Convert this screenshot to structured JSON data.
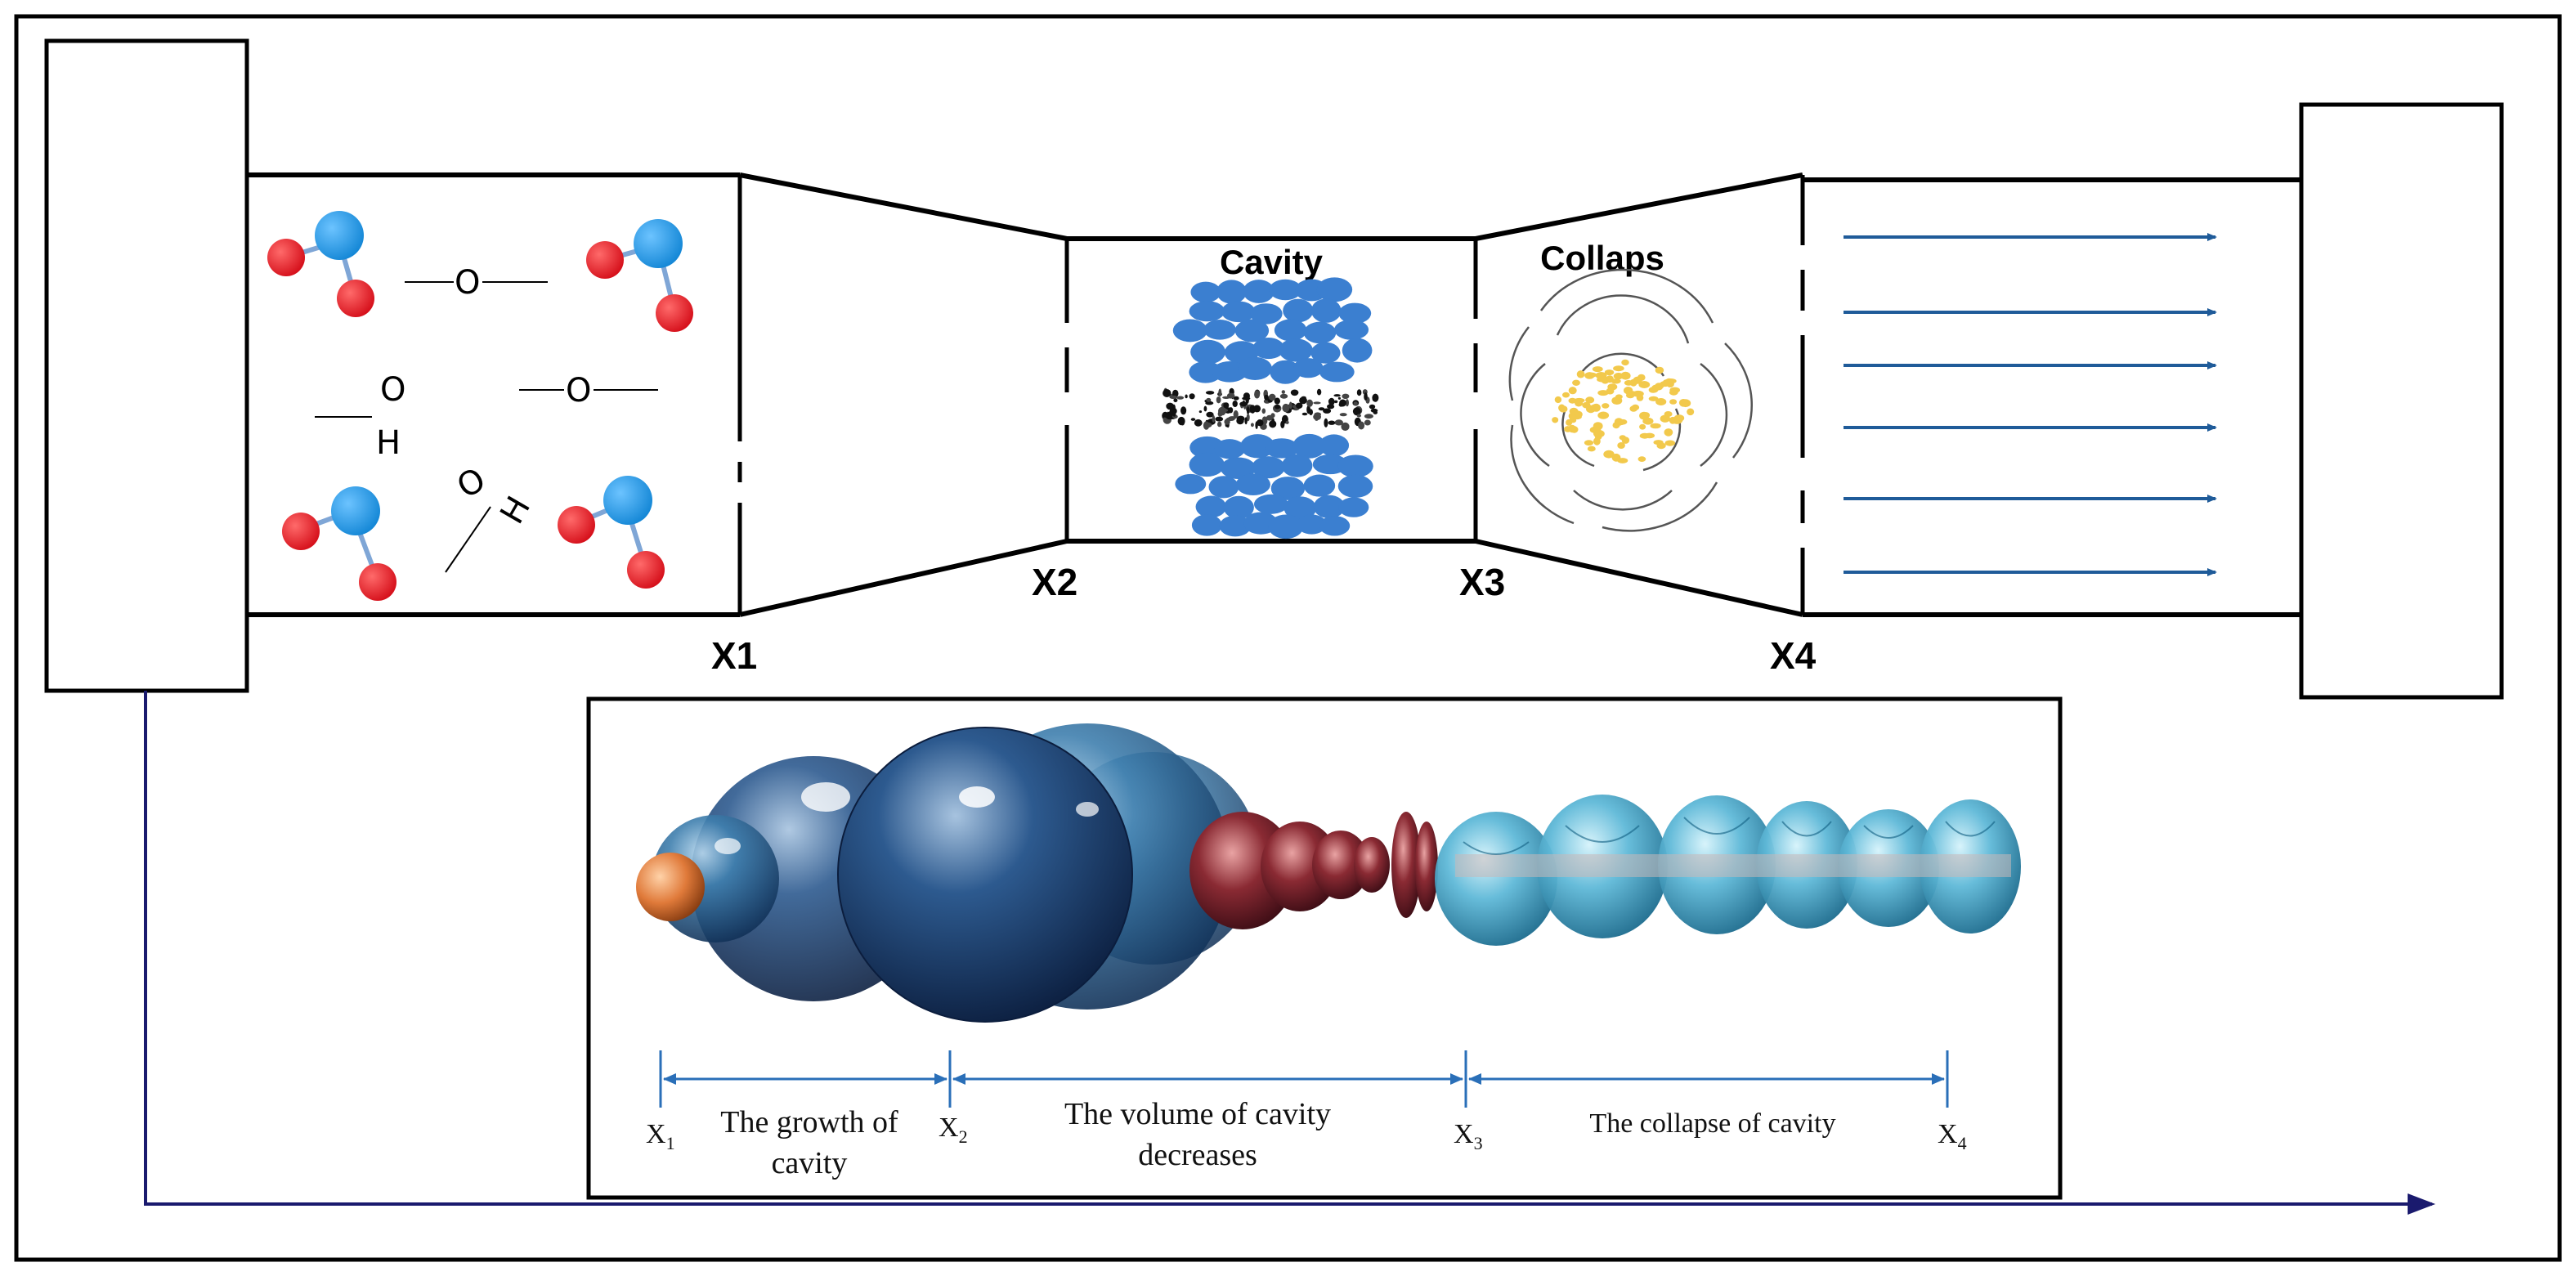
{
  "markers": {
    "x1": "X1",
    "x2": "X2",
    "x3": "X3",
    "x4": "X4"
  },
  "zones": {
    "cavity_title": "Cavity",
    "collapse_title": "Collaps"
  },
  "chemistry": {
    "oxygen": "O",
    "hydrogen": "H"
  },
  "inset": {
    "ticks": [
      {
        "main": "X",
        "sub": "1"
      },
      {
        "main": "X",
        "sub": "2"
      },
      {
        "main": "X",
        "sub": "3"
      },
      {
        "main": "X",
        "sub": "4"
      }
    ],
    "stage_growth_line1": "The growth of",
    "stage_growth_line2": "cavity",
    "stage_decrease_line1": "The volume of cavity",
    "stage_decrease_line2": "decreases",
    "stage_collapse": "The collapse of cavity"
  },
  "colors": {
    "oxygen_atom": "#e3101c",
    "hydrogen_atom": "#1e90e0",
    "cavity_bubble": "#3b7fd0",
    "collapse_particle": "#f2c94c",
    "flow_arrow": "#1f5b99",
    "timeline": "#1a1a6e"
  }
}
